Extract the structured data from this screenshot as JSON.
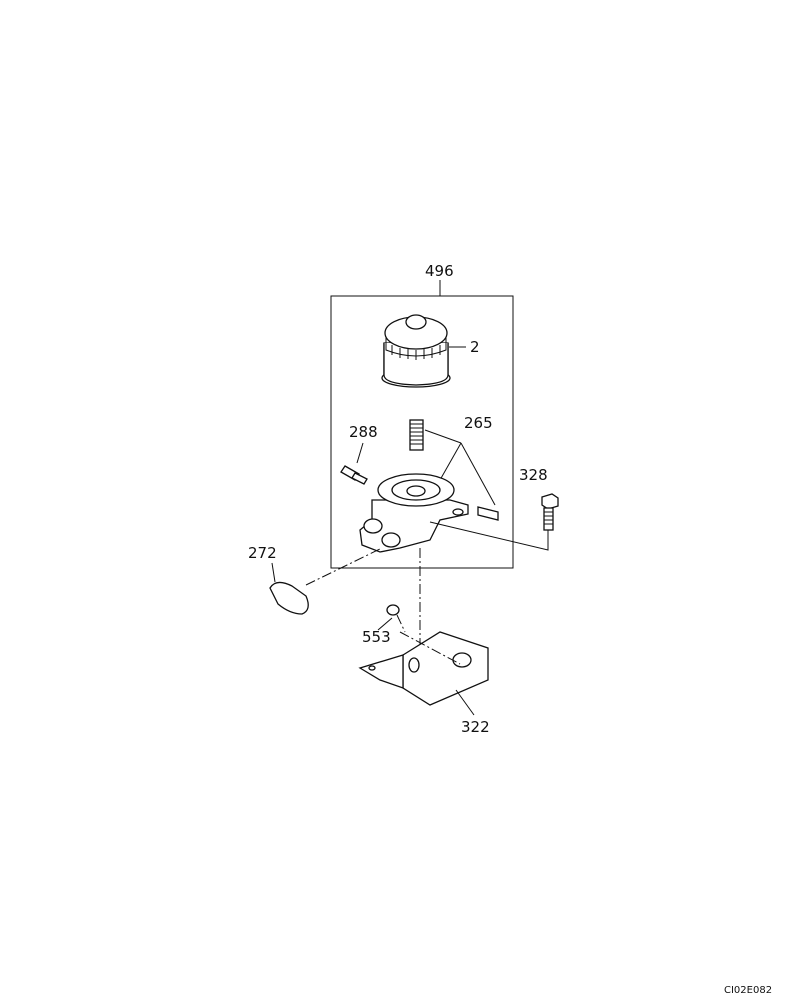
{
  "labels": {
    "assembly": "496",
    "filter": "2",
    "hose": "265",
    "sensor": "288",
    "bolt": "328",
    "cap": "272",
    "nut": "553",
    "bracket": "322"
  },
  "drawing_code": "CI02E082"
}
